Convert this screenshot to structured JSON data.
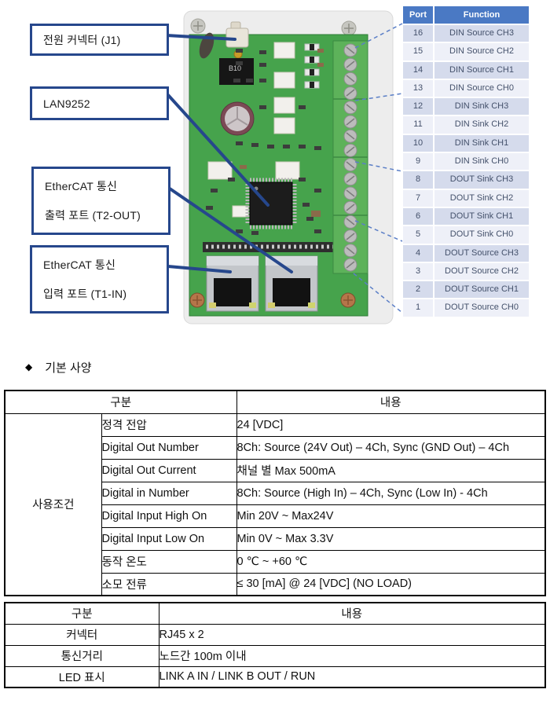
{
  "colors": {
    "accent_navy": "#26478c",
    "leader_blue": "#5b7fc7",
    "port_table_header_blue": "#4a79c4",
    "port_row_dark": "#d5dbec",
    "port_row_light": "#eef0f8",
    "pcb_green": "#46a34c"
  },
  "figure": {
    "callout_labels": [
      {
        "lines": [
          "전원 커넥터 (J1)"
        ]
      },
      {
        "lines": [
          "LAN9252"
        ]
      },
      {
        "lines": [
          "EtherCAT 통신",
          "출력 포트 (T2-OUT)"
        ]
      },
      {
        "lines": [
          "EtherCAT 통신",
          "입력 포트 (T1-IN)"
        ]
      }
    ],
    "board_marking": "B10",
    "port_table": {
      "headers": [
        "Port",
        "Function"
      ],
      "rows": [
        [
          "16",
          "DIN Source CH3"
        ],
        [
          "15",
          "DIN Source CH2"
        ],
        [
          "14",
          "DIN Source CH1"
        ],
        [
          "13",
          "DIN Source CH0"
        ],
        [
          "12",
          "DIN Sink CH3"
        ],
        [
          "11",
          "DIN Sink CH2"
        ],
        [
          "10",
          "DIN Sink CH1"
        ],
        [
          "9",
          "DIN Sink CH0"
        ],
        [
          "8",
          "DOUT Sink CH3"
        ],
        [
          "7",
          "DOUT Sink CH2"
        ],
        [
          "6",
          "DOUT Sink CH1"
        ],
        [
          "5",
          "DOUT Sink CH0"
        ],
        [
          "4",
          "DOUT Source CH3"
        ],
        [
          "3",
          "DOUT Source CH2"
        ],
        [
          "2",
          "DOUT Source CH1"
        ],
        [
          "1",
          "DOUT Source CH0"
        ]
      ]
    }
  },
  "section_heading": {
    "bullet": "◆",
    "title": "기본 사양"
  },
  "basic_spec_table": {
    "col_headers": [
      "구분",
      "내용"
    ],
    "group_label": "사용조건",
    "rows": [
      {
        "label": "정격 전압",
        "value": "24 [VDC]"
      },
      {
        "label": "Digital Out Number",
        "value": "8Ch: Source (24V Out) – 4Ch, Sync (GND Out) – 4Ch"
      },
      {
        "label": "Digital Out Current",
        "value": "채널 별 Max 500mA"
      },
      {
        "label": "Digital in Number",
        "value": "8Ch: Source (High In) – 4Ch, Sync (Low In) - 4Ch"
      },
      {
        "label": "Digital Input High On",
        "value": "Min 20V ~ Max24V"
      },
      {
        "label": "Digital Input Low On",
        "value": "Min 0V ~ Max 3.3V"
      },
      {
        "label": "동작 온도",
        "value": "0 ℃ ~ +60 ℃"
      },
      {
        "label": "소모 전류",
        "value": "≤ 30 [mA] @ 24 [VDC] (NO LOAD)"
      }
    ]
  },
  "comm_spec_table": {
    "col_headers": [
      "구분",
      "내용"
    ],
    "rows": [
      {
        "label": "커넥터",
        "value": "RJ45 x 2"
      },
      {
        "label": "통신거리",
        "value": "노드간 100m 이내"
      },
      {
        "label": "LED 표시",
        "value": "LINK A IN / LINK B OUT / RUN"
      }
    ]
  }
}
